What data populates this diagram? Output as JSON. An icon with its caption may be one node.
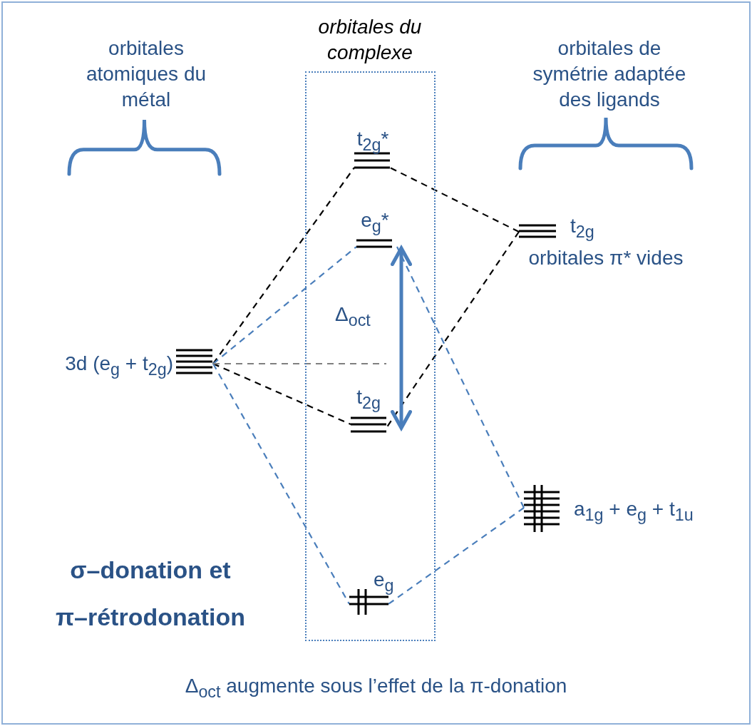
{
  "diagram": {
    "caption": "Δ$_{oct}$ augmente sous l’effet de la π-donation",
    "nodes": [
      {
        "text": [
          "orbitales du complexe"
        ]
      },
      {
        "text": [
          "3d (e$_{g}$ + t$_{2g}$)"
        ]
      },
      {
        "text": [
          "t$_{2g}$*"
        ],
        "in": 0
      },
      {
        "text": [
          "e$_{g}$*"
        ],
        "in": 0
      },
      {
        "text": [
          "t$_{2g}$"
        ],
        "in": 0
      },
      {
        "text": [
          "e$_{g}$"
        ],
        "in": 0
      },
      {
        "text": [
          "t$_{2g}$"
        ],
        "beside": [
          "orbitales π* vides"
        ]
      },
      {
        "text": [
          "a$_{1g}$ + e$_{g}$ + t$_{1u}$"
        ]
      }
    ],
    "edges": [
      {
        "from": 1,
        "to": 2,
        "arrow": "none",
        "style": "dashed",
        "color": "#000000"
      },
      {
        "from": 1,
        "to": 3,
        "arrow": "none",
        "style": "dashed",
        "color": "#4a7ebb"
      },
      {
        "from": 1,
        "to": 4,
        "arrow": "none",
        "style": "dashed",
        "color": "#000000"
      },
      {
        "from": 1,
        "to": 5,
        "arrow": "none",
        "style": "dashed",
        "color": "#4a7ebb"
      },
      {
        "from": 6,
        "to": 2,
        "arrow": "none",
        "style": "dashed",
        "color": "#000000"
      },
      {
        "from": 6,
        "to": 4,
        "arrow": "none",
        "style": "dashed",
        "color": "#000000"
      },
      {
        "from": 7,
        "to": 3,
        "arrow": "none",
        "style": "dashed",
        "color": "#4a7ebb"
      },
      {
        "from": 7,
        "to": 5,
        "arrow": "none",
        "style": "dashed",
        "color": "#4a7ebb"
      },
      {
        "from": 1,
        "to": null,
        "arrow": "none",
        "style": "dashed",
        "color": "#808080"
      },
      {
        "from": 3,
        "to": 4,
        "arrow": "both",
        "style": "thick",
        "color": "#4a7ebb",
        "label": "Δ$_{oct}$"
      }
    ],
    "labels": [
      "orbitales atomiques du métal",
      "orbitales de symétrie adaptée des ligands",
      "σ–donation et π–rétrodonation"
    ]
  }
}
